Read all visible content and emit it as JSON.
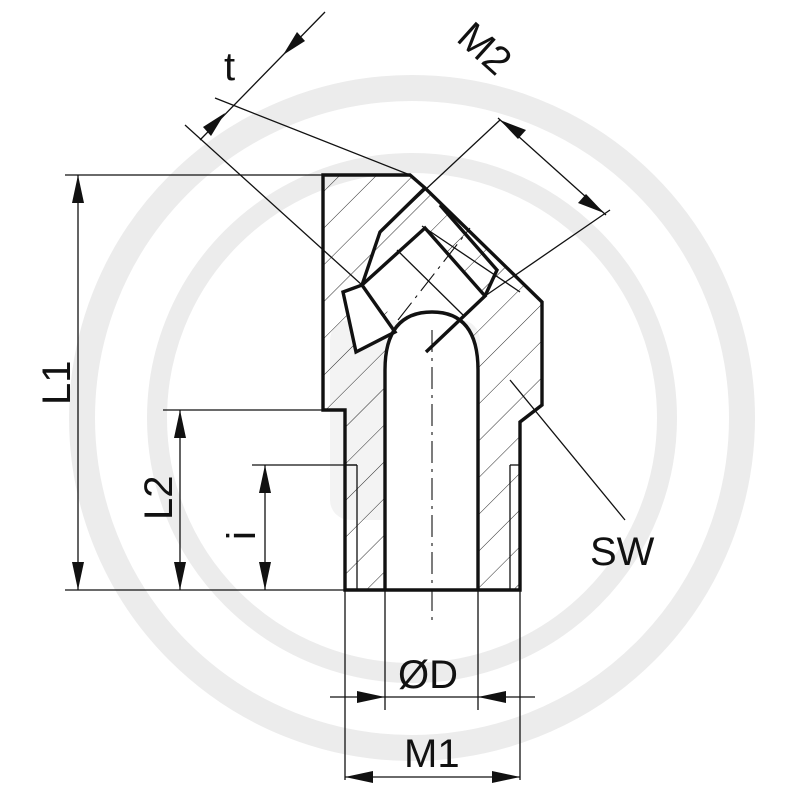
{
  "drawing": {
    "labels": {
      "t": "t",
      "m2": "M2",
      "l1": "L1",
      "l2": "L2",
      "i": "i",
      "sw": "SW",
      "od": "ØD",
      "m1": "M1"
    },
    "colors": {
      "line": "#111111",
      "watermark": "#ececec",
      "background": "#ffffff"
    }
  }
}
